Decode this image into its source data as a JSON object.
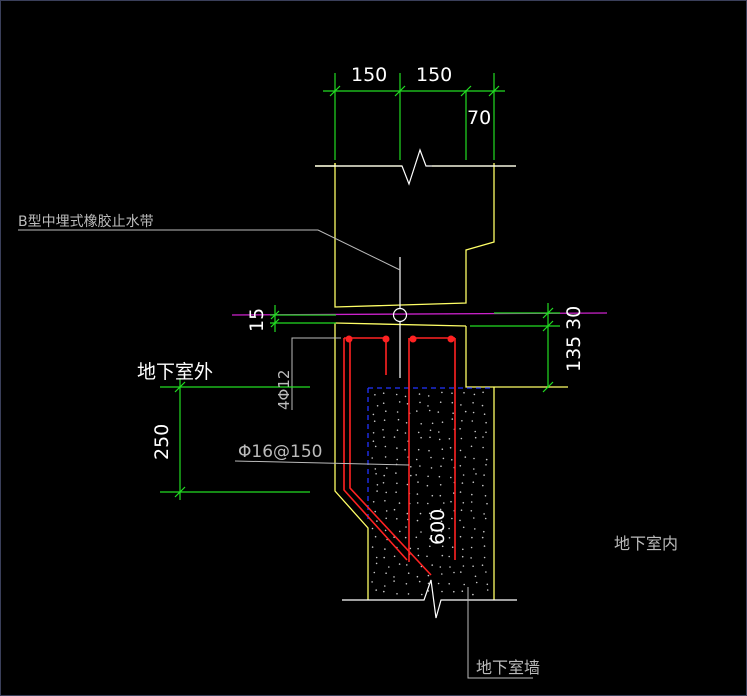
{
  "colors": {
    "background": "#000000",
    "outline": "#ffff66",
    "dimension": "#22dd22",
    "leader": "#bbbbbb",
    "rebar": "#ff2222",
    "construction_joint": "#cc22cc",
    "waterstop": "#ffffff",
    "text_white": "#ffffff",
    "text_gray": "#bbbbbb",
    "hidden_line": "#2233ff"
  },
  "dimensions": {
    "top_left_150": "150",
    "top_right_150": "150",
    "top_70": "70",
    "left_15": "15",
    "right_30": "30",
    "right_135": "135",
    "left_250": "250",
    "inner_600": "600"
  },
  "labels": {
    "waterstop": "B型中埋式橡胶止水带",
    "basement_outside": "地下室外",
    "basement_inside": "地下室内",
    "basement_wall": "地下室墙",
    "longitudinal_bars": "4Φ12",
    "stirrups": "Φ16@150"
  }
}
